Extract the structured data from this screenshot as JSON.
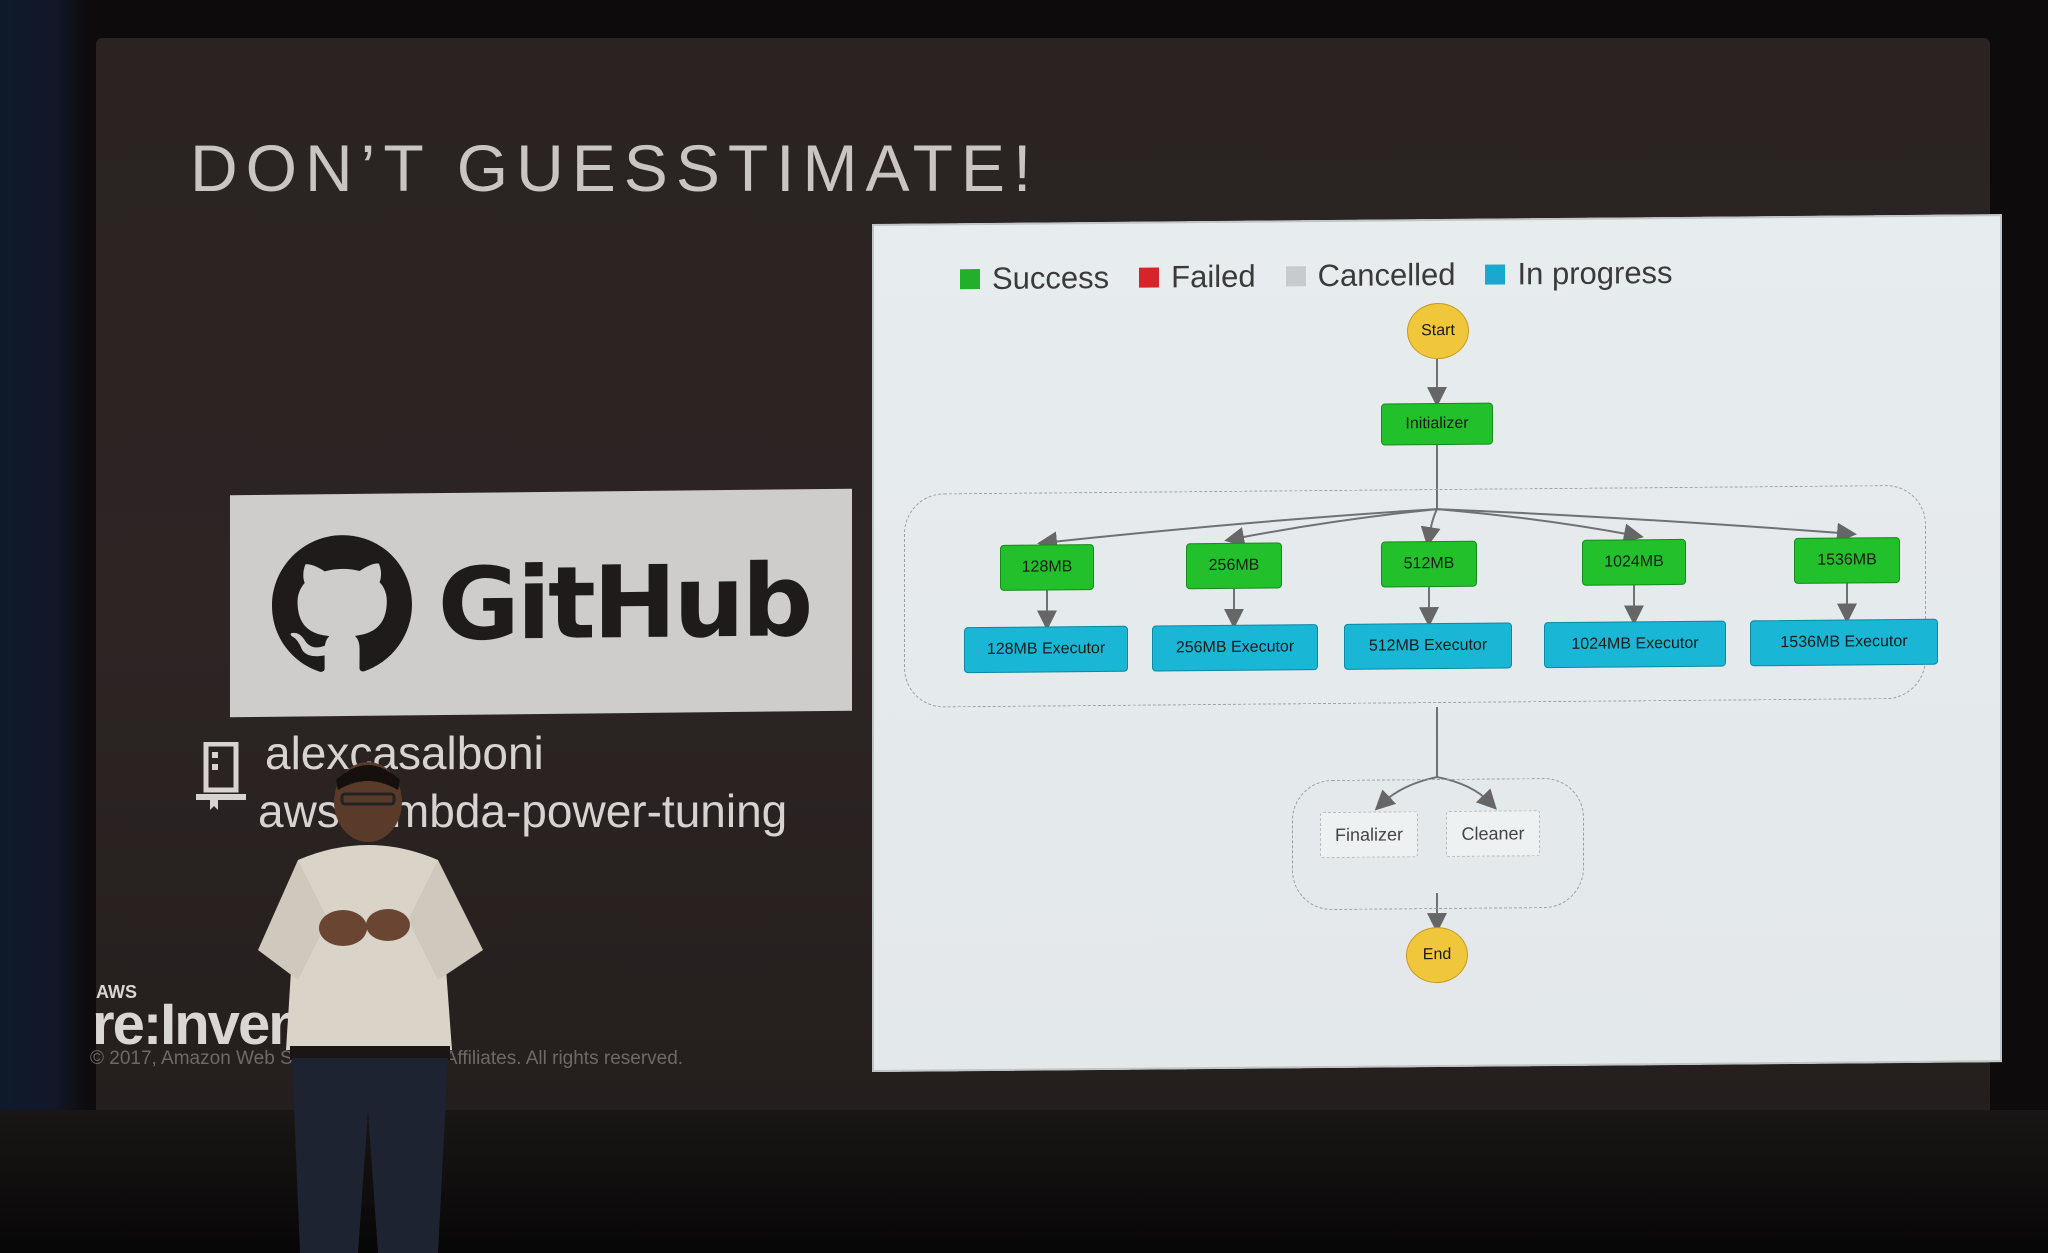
{
  "slide": {
    "title": "DON’T GUESSTIMATE!",
    "github_word": "GitHub",
    "handle_line_1": "alexcasalboni",
    "handle_line_2": "aws-lambda-power-tuning",
    "event_small": "AWS",
    "event_name": "re:Invent",
    "copyright": "© 2017, Amazon Web Services, Inc. or its Affiliates. All rights reserved."
  },
  "diagram": {
    "legend": [
      {
        "label": "Success",
        "color": "#22b02a"
      },
      {
        "label": "Failed",
        "color": "#d8232a"
      },
      {
        "label": "Cancelled",
        "color": "#c8cbcd"
      },
      {
        "label": "In progress",
        "color": "#19a9cf"
      }
    ],
    "start": "Start",
    "initializer": "Initializer",
    "branches": [
      {
        "memory": "128MB",
        "executor": "128MB Executor"
      },
      {
        "memory": "256MB",
        "executor": "256MB Executor"
      },
      {
        "memory": "512MB",
        "executor": "512MB Executor"
      },
      {
        "memory": "1024MB",
        "executor": "1024MB Executor"
      },
      {
        "memory": "1536MB",
        "executor": "1536MB Executor"
      }
    ],
    "finalizer": "Finalizer",
    "cleaner": "Cleaner",
    "end": "End",
    "colors": {
      "success": "#22c02a",
      "in_progress": "#19b6d6",
      "terminal": "#f0c63a"
    }
  }
}
